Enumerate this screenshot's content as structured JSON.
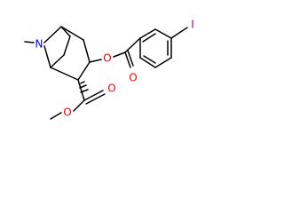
{
  "molecule": {
    "atoms": {
      "nitrogen": "N",
      "ester_oxygen_top": "O",
      "carbonyl_oxygen_benzoate": "O",
      "carbonyl_oxygen_methyl_ester": "O",
      "methoxy_oxygen": "O",
      "iodine": "I"
    }
  },
  "colors": {
    "bond": "#000000",
    "nitrogen": "#0000ff",
    "oxygen": "#ff0000",
    "iodine": "#940094",
    "background": "#ffffff"
  }
}
